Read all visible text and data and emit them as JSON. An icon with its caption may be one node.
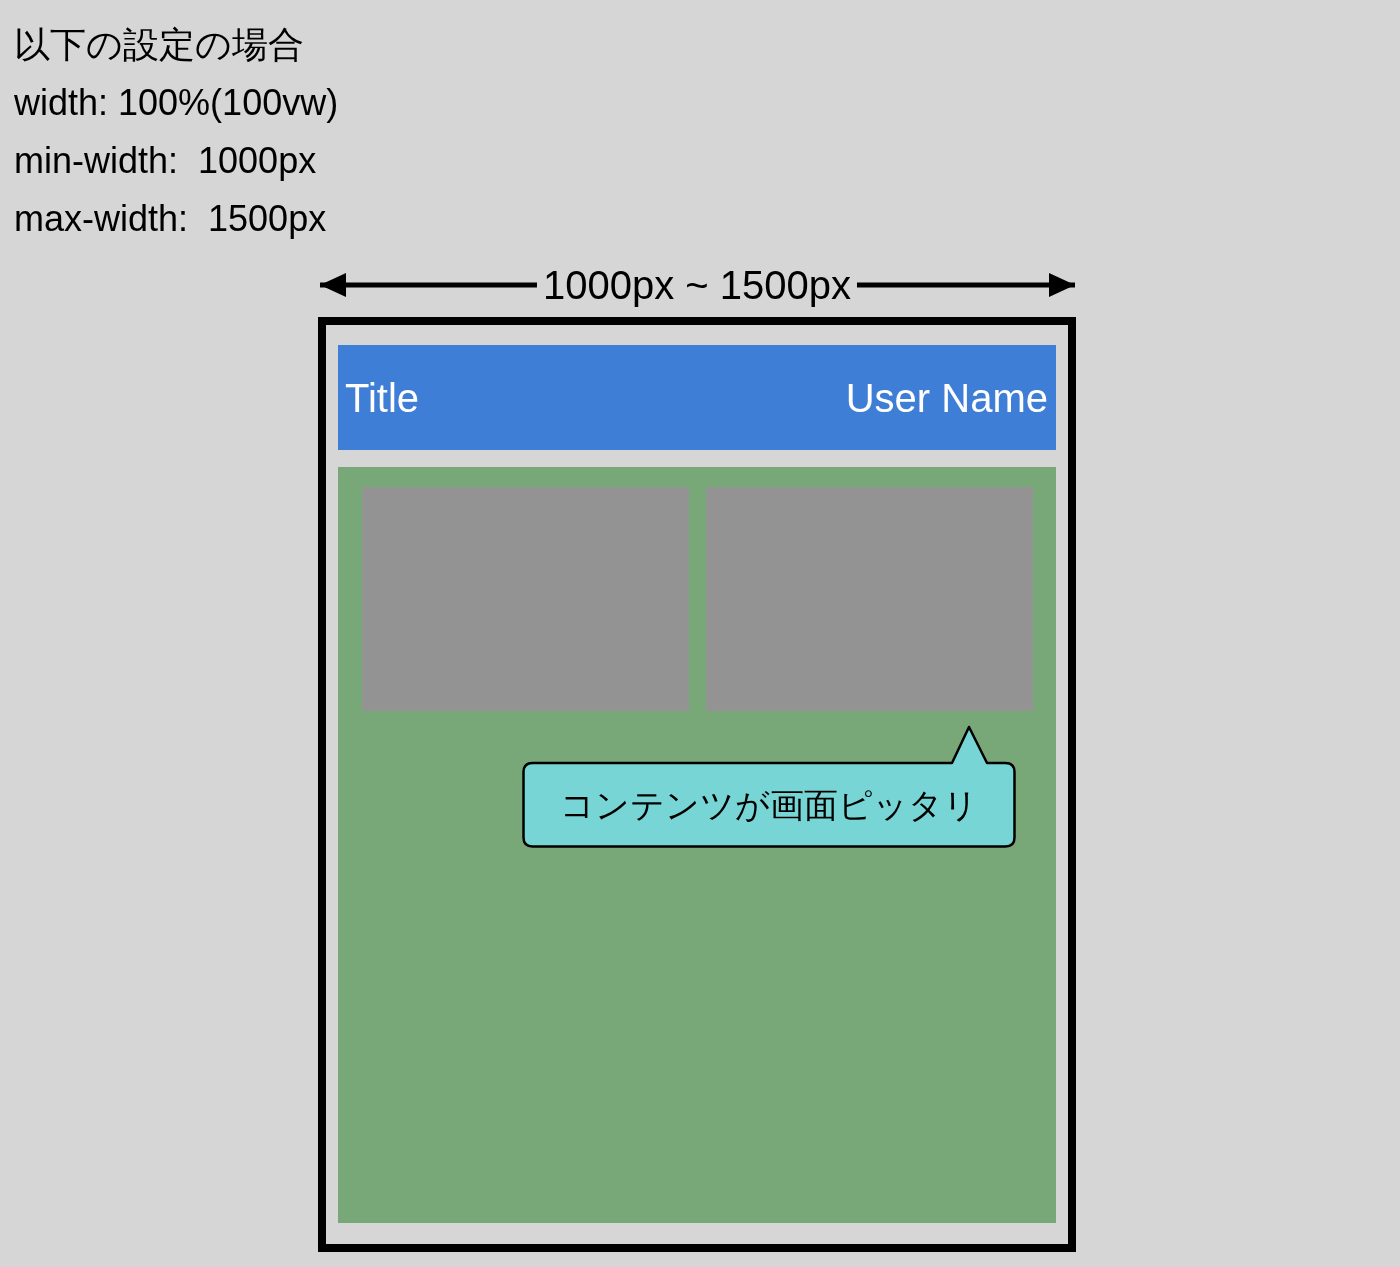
{
  "diagram": {
    "title": "以下の設定の場合",
    "nodes": [
      {
        "text": [],
        "shape": "box"
      },
      {
        "text": [
          "Title",
          "User Name"
        ],
        "in": 0
      },
      {
        "text": [],
        "shape": "box",
        "in": 0
      },
      {
        "text": [],
        "shape": "box",
        "in": 2
      },
      {
        "text": [],
        "shape": "box",
        "in": 2
      },
      {
        "text": [
          "コンテンツが画面ピッタリ"
        ],
        "in": 2
      }
    ],
    "labels": [
      "width: 100%(100vw)",
      "min-width:  1000px",
      "max-width:  1500px",
      "1000px ~ 1500px"
    ]
  }
}
